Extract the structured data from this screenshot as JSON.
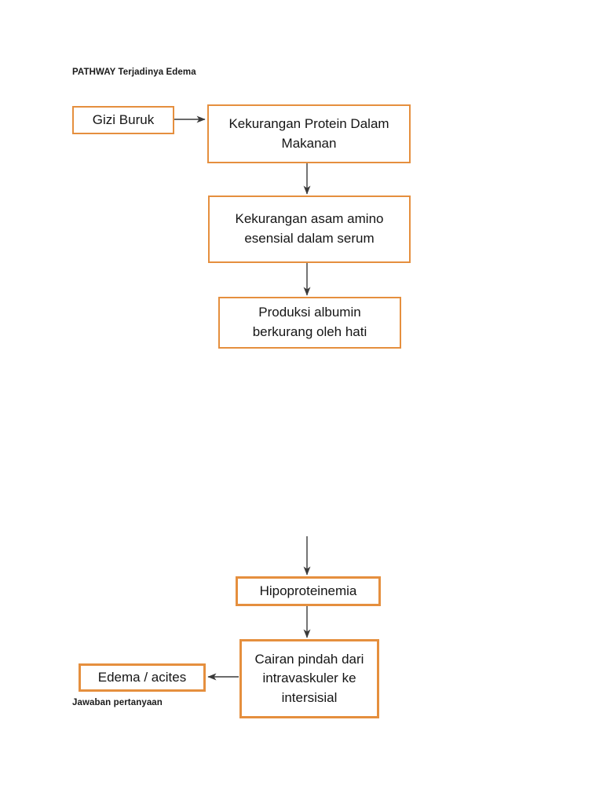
{
  "page": {
    "title": "PATHWAY Terjadinya Edema",
    "footnote": "Jawaban pertanyaan",
    "background_color": "#ffffff",
    "box_border_color": "#E58F3E",
    "text_color": "#151515",
    "arrow_color": "#3a3a3a"
  },
  "nodes": [
    {
      "id": "gizi-buruk",
      "label": "Gizi Buruk"
    },
    {
      "id": "kekurangan-protein",
      "label": "Kekurangan Protein Dalam Makanan"
    },
    {
      "id": "kekurangan-asam-amino",
      "label": "Kekurangan asam amino esensial dalam serum"
    },
    {
      "id": "produksi-albumin",
      "label": "Produksi albumin berkurang oleh hati"
    },
    {
      "id": "hipoproteinemia",
      "label": "Hipoproteinemia"
    },
    {
      "id": "cairan-pindah",
      "label": "Cairan pindah dari intravaskuler ke intersisial"
    },
    {
      "id": "edema-acites",
      "label": "Edema / acites"
    }
  ],
  "connectors": [
    {
      "from": "gizi-buruk",
      "to": "kekurangan-protein",
      "direction": "right"
    },
    {
      "from": "kekurangan-protein",
      "to": "kekurangan-asam-amino",
      "direction": "down"
    },
    {
      "from": "kekurangan-asam-amino",
      "to": "produksi-albumin",
      "direction": "down"
    },
    {
      "from": "produksi-albumin",
      "to": "hipoproteinemia",
      "direction": "down"
    },
    {
      "from": "hipoproteinemia",
      "to": "cairan-pindah",
      "direction": "down"
    },
    {
      "from": "cairan-pindah",
      "to": "edema-acites",
      "direction": "left"
    }
  ]
}
